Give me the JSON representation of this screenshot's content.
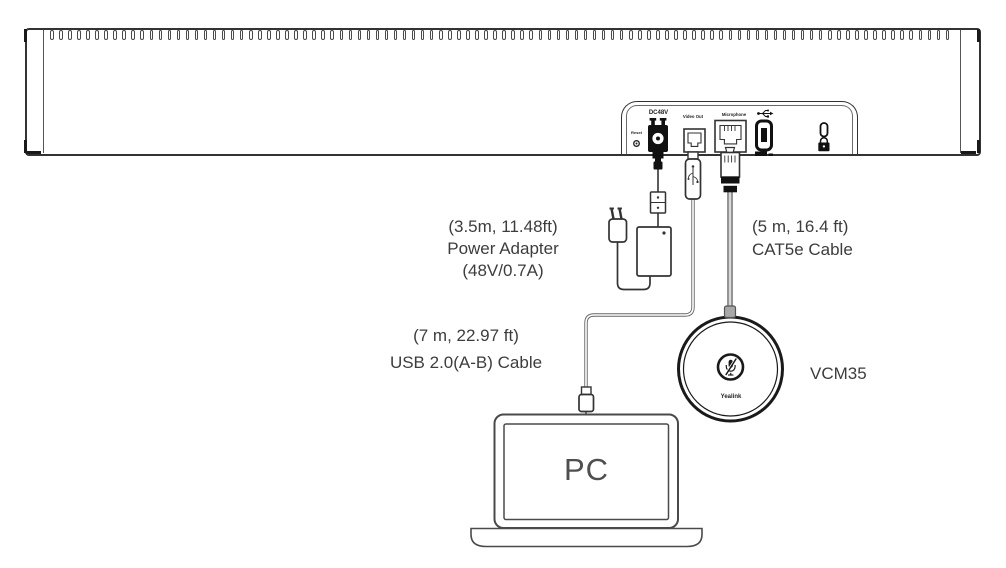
{
  "diagram": {
    "bar_device": {
      "ports": {
        "reset": "Reset",
        "dc": "DC48V",
        "video_out": "Video Out",
        "microphone": "Microphone"
      }
    },
    "labels": {
      "power_adapter": {
        "l1": "(3.5m, 11.48ft)",
        "l2": "Power Adapter",
        "l3": "(48V/0.7A)"
      },
      "usb_cable": {
        "l1": "(7 m, 22.97 ft)",
        "l2": "USB 2.0(A-B) Cable"
      },
      "cat5e_cable": {
        "l1": "(5 m, 16.4 ft)",
        "l2": "CAT5e Cable"
      },
      "microphone_name": "VCM35",
      "pc": "PC",
      "mic_brand": "Yealink"
    },
    "icons": {
      "usb_trident": "usb-icon",
      "kensington": "lock-icon",
      "mic_mute": "microphone-mute-icon"
    },
    "colors": {
      "line": "#333333",
      "text": "#3d3d3d",
      "cable_gray": "#8c8c8c"
    }
  }
}
